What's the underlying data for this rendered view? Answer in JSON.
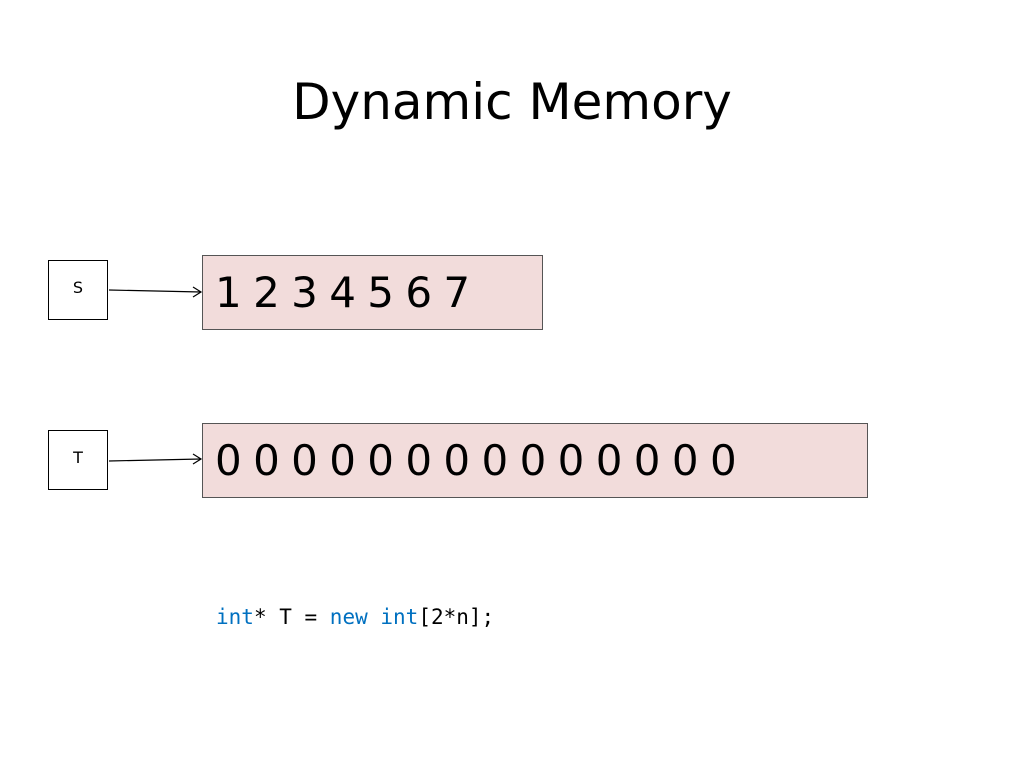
{
  "title": "Dynamic Memory",
  "pointers": {
    "s": {
      "label": "S"
    },
    "t": {
      "label": "T"
    }
  },
  "arrays": {
    "s": {
      "contents": "1 2 3 4 5 6 7"
    },
    "t": {
      "contents": "0 0 0 0 0 0 0 0 0 0 0 0 0 0"
    }
  },
  "code": {
    "kw_int_1": "int",
    "part_1": "* T = ",
    "kw_new": "new",
    "space": " ",
    "kw_int_2": "int",
    "part_2": "[2*n];"
  },
  "colors": {
    "array_fill": "#f2dcdb",
    "keyword": "#0070c0"
  }
}
